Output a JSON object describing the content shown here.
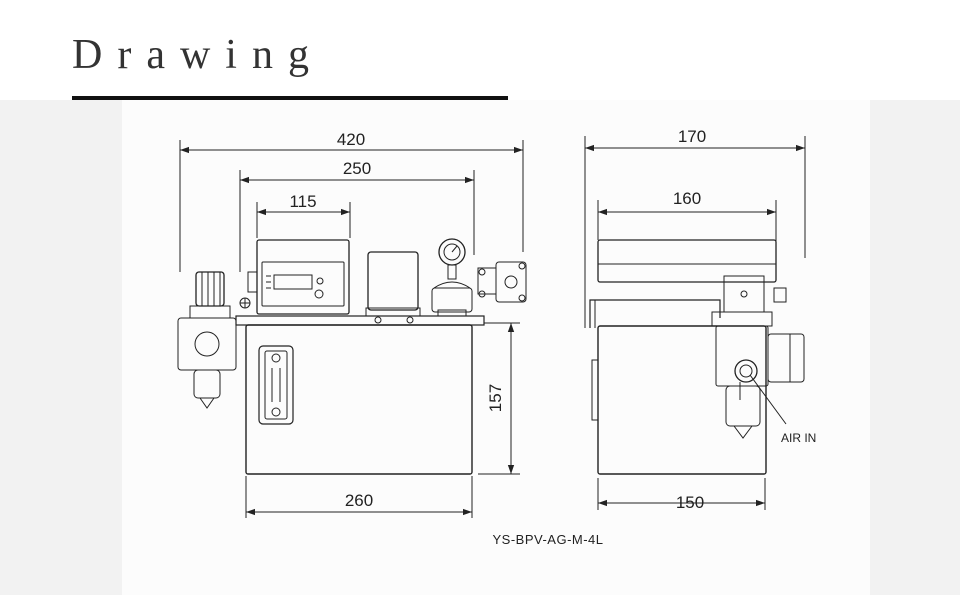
{
  "page": {
    "title": "Drawing"
  },
  "drawing": {
    "model": "YS-BPV-AG-M-4L",
    "front_view": {
      "overall_width": "420",
      "body_width": "250",
      "display_offset": "115",
      "tank_width": "260",
      "tank_height": "157"
    },
    "side_view": {
      "overall_depth": "170",
      "lid_depth": "160",
      "tank_depth": "150",
      "air_inlet_label": "AIR IN"
    }
  }
}
